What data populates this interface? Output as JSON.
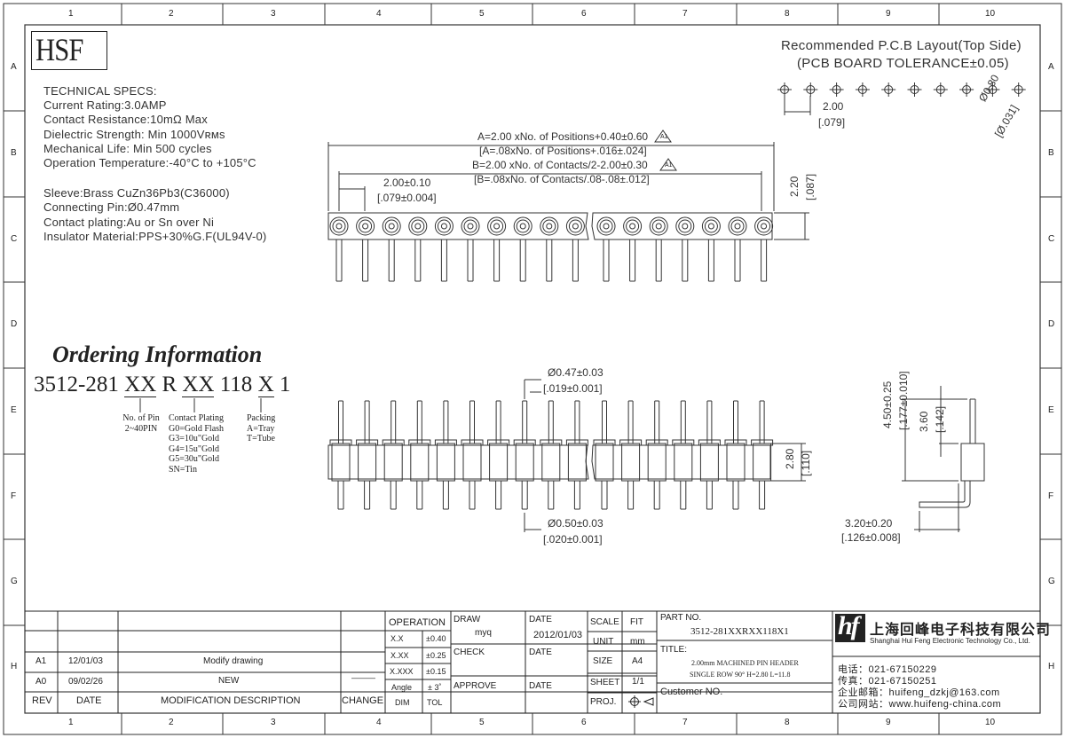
{
  "border": {
    "cols": [
      "1",
      "2",
      "3",
      "4",
      "5",
      "6",
      "7",
      "8",
      "9",
      "10"
    ],
    "rows": [
      "A",
      "B",
      "C",
      "D",
      "E",
      "F",
      "G",
      "H"
    ]
  },
  "logo": "HSF",
  "specs": {
    "title": "TECHNICAL SPECS:",
    "lines": [
      "Current Rating:3.0AMP",
      "Contact Resistance:10mΩ  Max",
      "Dielectric Strength: Min 1000Vʀᴍs",
      "Mechanical Life: Min 500 cycles",
      "Operation Temperature:-40°C to +105°C"
    ],
    "materials": [
      "Sleeve:Brass CuZn36Pb3(C36000)",
      "Connecting Pin:Ø0.47mm",
      "Contact plating:Au or Sn over Ni",
      "Insulator Material:PPS+30%G.F(UL94V-0)"
    ]
  },
  "pcb": {
    "title": "Recommended P.C.B Layout(Top Side)",
    "tolerance": "(PCB BOARD TOLERANCE±0.05)",
    "pitch": "2.00",
    "pitch_in": "[.079]",
    "hole": "Ø0.80",
    "hole_in": "[Ø.031]"
  },
  "dims": {
    "a": "A=2.00 xNo. of Positions+0.40±0.60",
    "a_in": "[A=.08xNo. of Positions+.016±.024]",
    "b": "B=2.00 xNo. of Contacts/2-2.00±0.30",
    "b_in": "[B=.08xNo. of Contacts/.08-.08±.012]",
    "rev_tag": "A1",
    "pitch": "2.00±0.10",
    "pitch_in": "[.079±0.004]",
    "height": "2.20",
    "height_in": "[.087]",
    "pin_top": "Ø0.47±0.03",
    "pin_top_in": "[.019±0.001]",
    "pin_bot": "Ø0.50±0.03",
    "pin_bot_in": "[.020±0.001]",
    "body": "2.80",
    "body_in": "[.110]",
    "side_total": "4.50±0.25",
    "side_total_in": "[.177±0.010]",
    "side_pin": "3.60",
    "side_pin_in": "[.142]",
    "side_len": "3.20±0.20",
    "side_len_in": "[.126±0.008]"
  },
  "ordering": {
    "title": "Ordering Information",
    "p1": "3512-281",
    "xx1": "XX",
    "r": "R",
    "xx2": "XX",
    "n118": "118",
    "x": "X",
    "one": "1",
    "noPin_label": "No. of Pin",
    "noPin_value": "2~40PIN",
    "plating_label": "Contact Plating",
    "plating_values": [
      "G0=Gold Flash",
      "G3=10u\"Gold",
      "G4=15u\"Gold",
      "G5=30u\"Gold",
      "SN=Tin"
    ],
    "packing_label": "Packing",
    "packing_values": [
      "A=Tray",
      "T=Tube"
    ]
  },
  "revisions": {
    "rows": [
      {
        "rev": "A1",
        "date": "12/01/03",
        "desc": "Modify drawing",
        "change": ""
      },
      {
        "rev": "A0",
        "date": "09/02/26",
        "desc": "NEW",
        "change": "———"
      }
    ],
    "headers": {
      "rev": "REV",
      "date": "DATE",
      "desc": "MODIFICATION  DESCRIPTION",
      "change": "CHANGE"
    }
  },
  "tolerances": {
    "title": "OPERATION",
    "rows": [
      {
        "k": "X.X",
        "v": "±0.40"
      },
      {
        "k": "X.XX",
        "v": "±0.25"
      },
      {
        "k": "X.XXX",
        "v": "±0.15"
      },
      {
        "k": "Angle",
        "v": "± 3˚"
      }
    ],
    "dim": "DIM",
    "tol": "TOL"
  },
  "approval": {
    "draw": "DRAW",
    "drawer": "myq",
    "check": "CHECK",
    "approve": "APPROVE",
    "date": "DATE",
    "draw_date": "2012/01/03"
  },
  "meta": {
    "scale": "SCALE",
    "fit": "FIT",
    "unit": "UNIT",
    "mm": "mm",
    "size": "SIZE",
    "a4": "A4",
    "sheet": "SHEET",
    "sheet_v": "1/1",
    "proj": "PROJ."
  },
  "part": {
    "label": "PART NO.",
    "value": "3512-281XXRXX118X1",
    "title_label": "TITLE:",
    "title1": "2.00mm MACHINED PIN HEADER",
    "title2": "SINGLE ROW 90° H=2.80 L=11.8",
    "customer": "Customer NO."
  },
  "company": {
    "name_cn": "上海回峰电子科技有限公司",
    "name_en": "Shanghai Hui Feng Electronic Technology Co., Ltd.",
    "logo": "hf",
    "tel": "电话：021-67150229",
    "fax": "传真：021-67150251",
    "email": "企业邮箱：huifeng_dzkj@163.com",
    "web": "公司网站：www.huifeng-china.com"
  }
}
